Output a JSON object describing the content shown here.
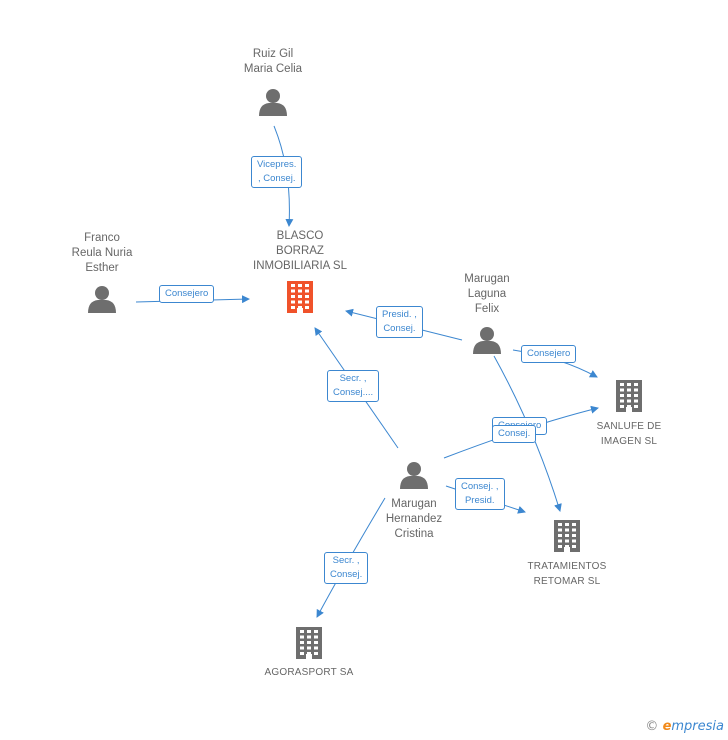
{
  "nodes": {
    "ruiz": {
      "label": "Ruiz Gil\nMaria Celia",
      "type": "person"
    },
    "franco": {
      "label": "Franco\nReula Nuria\nEsther",
      "type": "person"
    },
    "blasco": {
      "label": "BLASCO\nBORRAZ\nINMOBILIARIA SL",
      "type": "company",
      "color": "#f0522a"
    },
    "marugan_laguna": {
      "label": "Marugan\nLaguna\nFelix",
      "type": "person"
    },
    "sanlufe": {
      "label": "SANLUFE DE\nIMAGEN SL",
      "type": "company",
      "color": "#6e6e6e"
    },
    "marugan_hernandez": {
      "label": "Marugan\nHernandez\nCristina",
      "type": "person"
    },
    "tratamientos": {
      "label": "TRATAMIENTOS\nRETOMAR SL",
      "type": "company",
      "color": "#6e6e6e"
    },
    "agorasport": {
      "label": "AGORASPORT SA",
      "type": "company",
      "color": "#6e6e6e"
    }
  },
  "edges": [
    {
      "from": "ruiz",
      "to": "blasco",
      "label": "Vicepres.\n, Consej."
    },
    {
      "from": "franco",
      "to": "blasco",
      "label": "Consejero"
    },
    {
      "from": "marugan_laguna",
      "to": "blasco",
      "label": "Presid. ,\nConsej."
    },
    {
      "from": "marugan_laguna",
      "to": "sanlufe",
      "label": "Consejero"
    },
    {
      "from": "marugan_laguna",
      "to": "tratamientos",
      "label": "Consejero"
    },
    {
      "from": "marugan_hernandez",
      "to": "blasco",
      "label": "Secr. ,\nConsej...."
    },
    {
      "from": "marugan_hernandez",
      "to": "sanlufe",
      "label": "Consej."
    },
    {
      "from": "marugan_hernandez",
      "to": "tratamientos",
      "label": "Consej. ,\nPresid."
    },
    {
      "from": "marugan_hernandez",
      "to": "agorasport",
      "label": "Secr. ,\nConsej."
    }
  ],
  "colors": {
    "edge": "#3c87d0",
    "person": "#6e6e6e"
  },
  "watermark": {
    "copyright": "©",
    "brand_first": "e",
    "brand_rest": "mpresia"
  }
}
